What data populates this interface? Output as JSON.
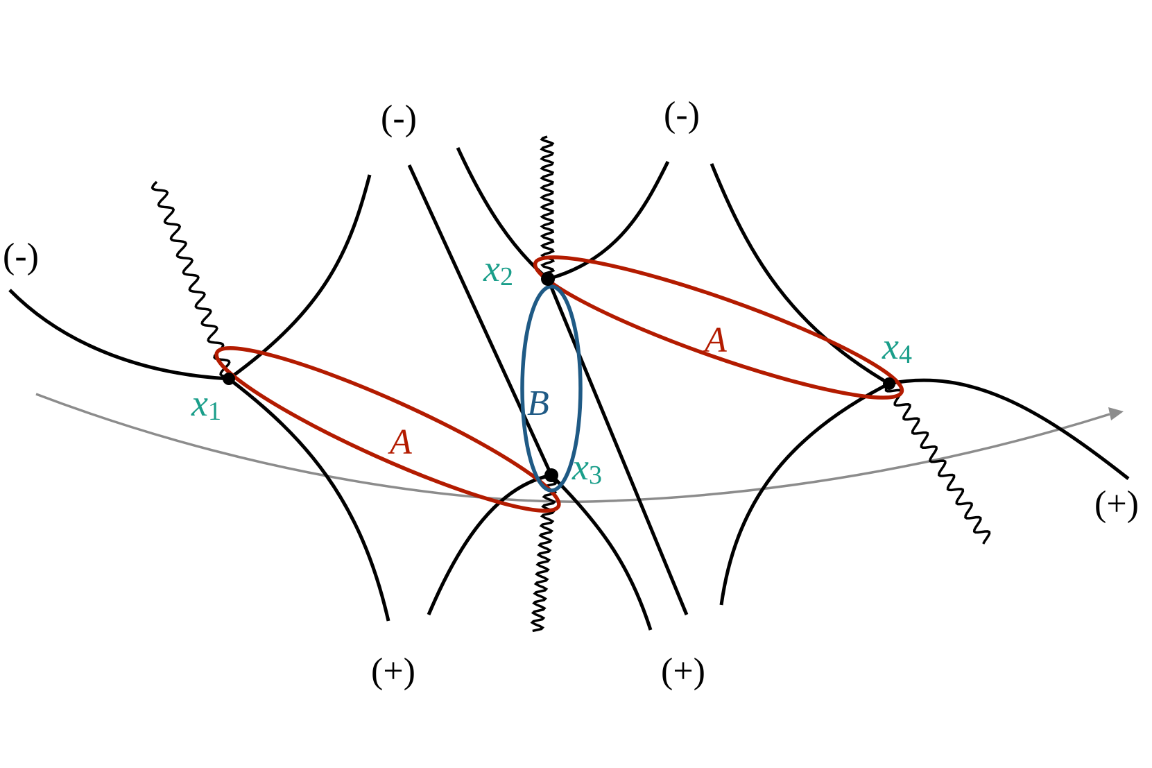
{
  "colors": {
    "line": "#000000",
    "contour": "#8c8c8c",
    "region_A": "#b31b00",
    "region_B": "#1f5a85",
    "points": "#1a9e8a"
  },
  "asymptote_labels": {
    "left_minus": "(-)",
    "top_minus_1": "(-)",
    "top_minus_2": "(-)",
    "bottom_plus_1": "(+)",
    "bottom_plus_2": "(+)",
    "right_plus": "(+)"
  },
  "points": [
    {
      "letter": "x",
      "index": "1"
    },
    {
      "letter": "x",
      "index": "2"
    },
    {
      "letter": "x",
      "index": "3"
    },
    {
      "letter": "x",
      "index": "4"
    }
  ],
  "regions": {
    "A_left": "A",
    "A_right": "A",
    "B": "B"
  }
}
